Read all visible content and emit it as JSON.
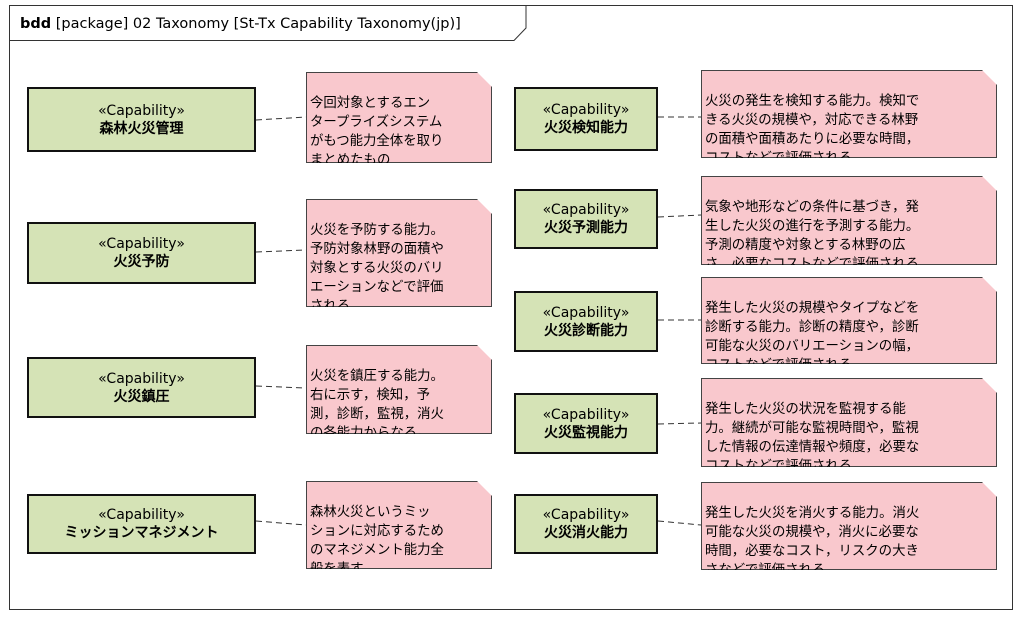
{
  "diagram": {
    "kind_label": "bdd",
    "title_rest": "[package] 02 Taxonomy [St-Tx Capability Taxonomy(jp)]"
  },
  "blocks": [
    {
      "stereotype": "«Capability»",
      "name": "森林火災管理"
    },
    {
      "stereotype": "«Capability»",
      "name": "火災予防"
    },
    {
      "stereotype": "«Capability»",
      "name": "火災鎮圧"
    },
    {
      "stereotype": "«Capability»",
      "name": "ミッションマネジメント"
    },
    {
      "stereotype": "«Capability»",
      "name": "火災検知能力"
    },
    {
      "stereotype": "«Capability»",
      "name": "火災予測能力"
    },
    {
      "stereotype": "«Capability»",
      "name": "火災診断能力"
    },
    {
      "stereotype": "«Capability»",
      "name": "火災監視能力"
    },
    {
      "stereotype": "«Capability»",
      "name": "火災消火能力"
    }
  ],
  "notes": [
    {
      "text": "今回対象とするエン\nタープライズシステム\nがもつ能力全体を取り\nまとめたもの"
    },
    {
      "text": "火災を予防する能力。\n予防対象林野の面積や\n対象とする火災のバリ\nエーションなどで評価\nされる"
    },
    {
      "text": "火災を鎮圧する能力。\n右に示す，検知，予\n測，診断，監視，消火\nの各能力からなる。"
    },
    {
      "text": "森林火災というミッ\nションに対応するため\nのマネジメント能力全\n般を表す"
    },
    {
      "text": "火災の発生を検知する能力。検知で\nきる火災の規模や，対応できる林野\nの面積や面積あたりに必要な時間，\nコストなどで評価される"
    },
    {
      "text": "気象や地形などの条件に基づき，発\n生した火災の進行を予測する能力。\n予測の精度や対象とする林野の広\nさ，必要なコストなどで評価される"
    },
    {
      "text": "発生した火災の規模やタイプなどを\n診断する能力。診断の精度や，診断\n可能な火災のバリエーションの幅，\nコストなどで評価される"
    },
    {
      "text": "発生した火災の状況を監視する能\n力。継続が可能な監視時間や，監視\nした情報の伝達情報や頻度，必要な\nコストなどで評価される"
    },
    {
      "text": "発生した火災を消火する能力。消火\n可能な火災の規模や，消火に必要な\n時間，必要なコスト，リスクの大き\nさなどで評価される"
    }
  ]
}
